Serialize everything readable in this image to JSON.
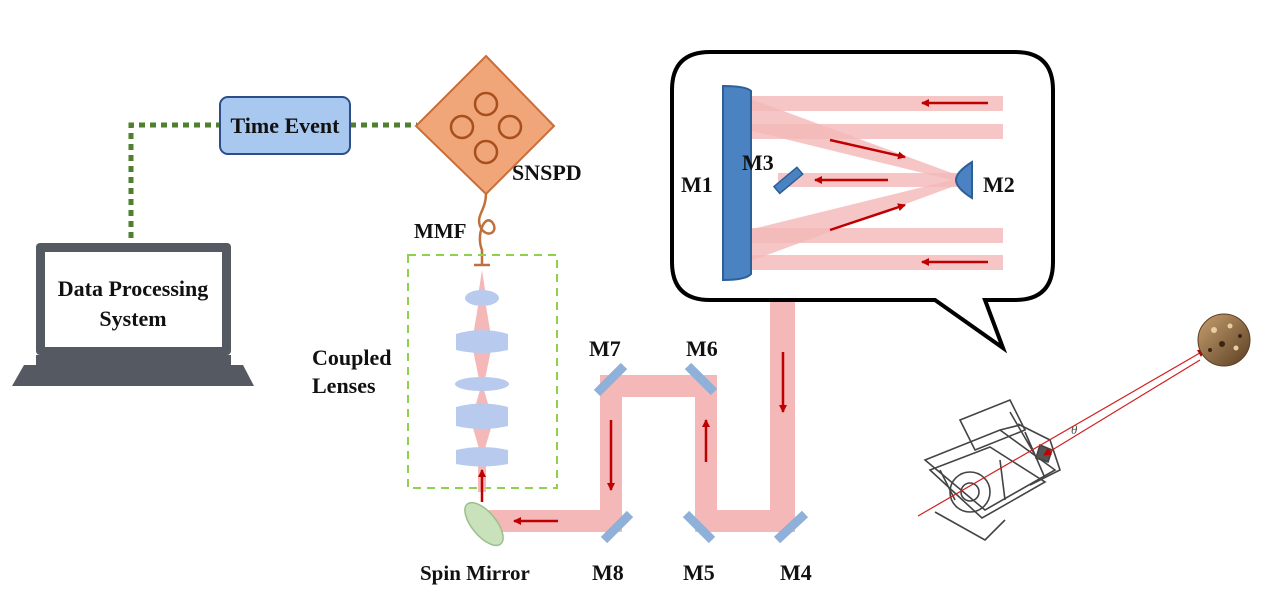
{
  "labels": {
    "time_event": "Time Event",
    "data_processing_line1": "Data Processing",
    "data_processing_line2": "System",
    "snspd": "SNSPD",
    "mmf": "MMF",
    "coupled_lenses_line1": "Coupled",
    "coupled_lenses_line2": "Lenses",
    "spin_mirror": "Spin Mirror",
    "m1": "M1",
    "m2": "M2",
    "m3": "M3",
    "m4": "M4",
    "m5": "M5",
    "m6": "M6",
    "m7": "M7",
    "m8": "M8",
    "theta": "θ"
  },
  "colors": {
    "beam": "#f4b8b8",
    "arrow": "#c00000",
    "time_event_fill": "#a9c8f0",
    "time_event_border": "#2c4f8a",
    "snspd_fill": "#f0a678",
    "snspd_border": "#c86e3a",
    "signal_line": "#4f7f2f",
    "coupled_box": "#8fd14f",
    "mirror": "#8fb0d9",
    "primary_mirror": "#4a82c2",
    "laptop": "#555a62",
    "fiber": "#c0703a",
    "lens": "#b8cbee"
  },
  "icons": {
    "computer": "laptop-icon",
    "detector": "snspd-detector-icon",
    "telescope": "telescope-sketch-icon",
    "target": "space-debris-target-icon"
  }
}
